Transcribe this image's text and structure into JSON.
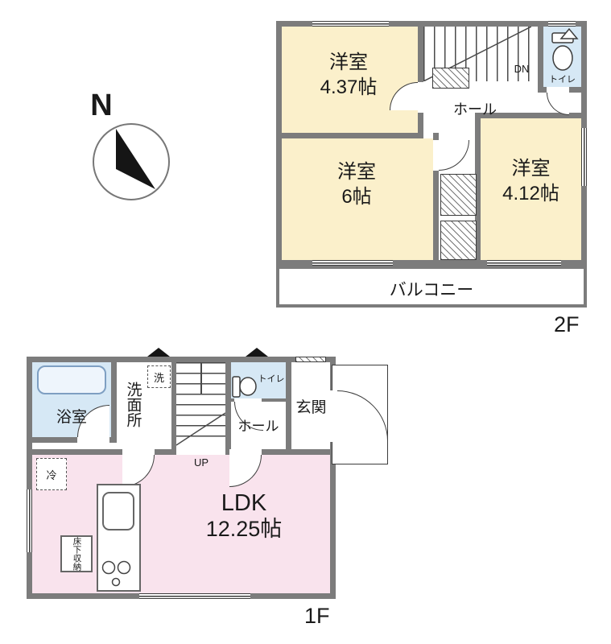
{
  "compass": {
    "north_label": "N"
  },
  "floor2": {
    "floor_label": "2F",
    "rooms": {
      "western_a": {
        "name": "洋室",
        "size": "4.37帖"
      },
      "western_b": {
        "name": "洋室",
        "size": "6帖"
      },
      "western_c": {
        "name": "洋室",
        "size": "4.12帖"
      },
      "hall": {
        "name": "ホール"
      },
      "toilet": {
        "name": "トイレ"
      },
      "balcony": {
        "name": "バルコニー"
      }
    },
    "stairs": {
      "down_label": "DN"
    }
  },
  "floor1": {
    "floor_label": "1F",
    "rooms": {
      "bath": {
        "name": "浴室"
      },
      "washroom": {
        "name": "洗面所"
      },
      "toilet": {
        "name": "トイレ"
      },
      "hall": {
        "name": "ホール"
      },
      "entrance": {
        "name": "玄関"
      },
      "ldk": {
        "name": "LDK",
        "size": "12.25帖"
      },
      "under_floor_storage": {
        "name": "床下収納"
      }
    },
    "appliances": {
      "washer_label": "洗",
      "fridge_label": "冷"
    },
    "stairs": {
      "up_label": "UP"
    }
  },
  "colors": {
    "wall_gray": "#7c7c7c",
    "room_cream": "#FBF0CB",
    "room_pink": "#F9E3ED",
    "room_blue": "#D6E8F5",
    "line_dark": "#3c3c3c"
  }
}
